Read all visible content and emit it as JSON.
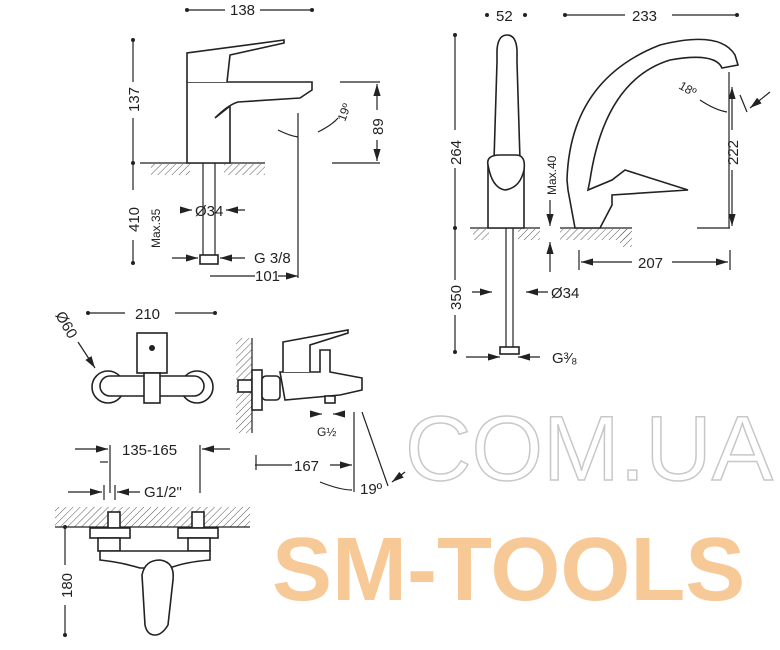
{
  "watermark": {
    "line1": "SM-TOOLS",
    "line2": "COM.UA",
    "color": "#f7c996"
  },
  "basin_mixer": {
    "width": "138",
    "height_above": "137",
    "hose_length": "410",
    "spout_height": "89",
    "spout_angle": "19º",
    "max_counter": "Max.35",
    "hole_diameter": "Ø34",
    "connection": "G 3/8",
    "spout_reach": "101"
  },
  "kitchen_mixer": {
    "front_width": "52",
    "total_width": "233",
    "total_height": "264",
    "hose_length": "350",
    "spout_height": "222",
    "spout_angle": "18º",
    "max_counter": "Max.40",
    "spout_reach": "207",
    "hole_diameter": "Ø34",
    "connection": "G³⁄₈"
  },
  "bath_mixer": {
    "width": "210",
    "flange_diameter": "Ø60",
    "centers": "135-165",
    "inlet": "G1/2\"",
    "projection": "167",
    "outlet": "G½",
    "spout_angle": "19º",
    "height": "180"
  }
}
